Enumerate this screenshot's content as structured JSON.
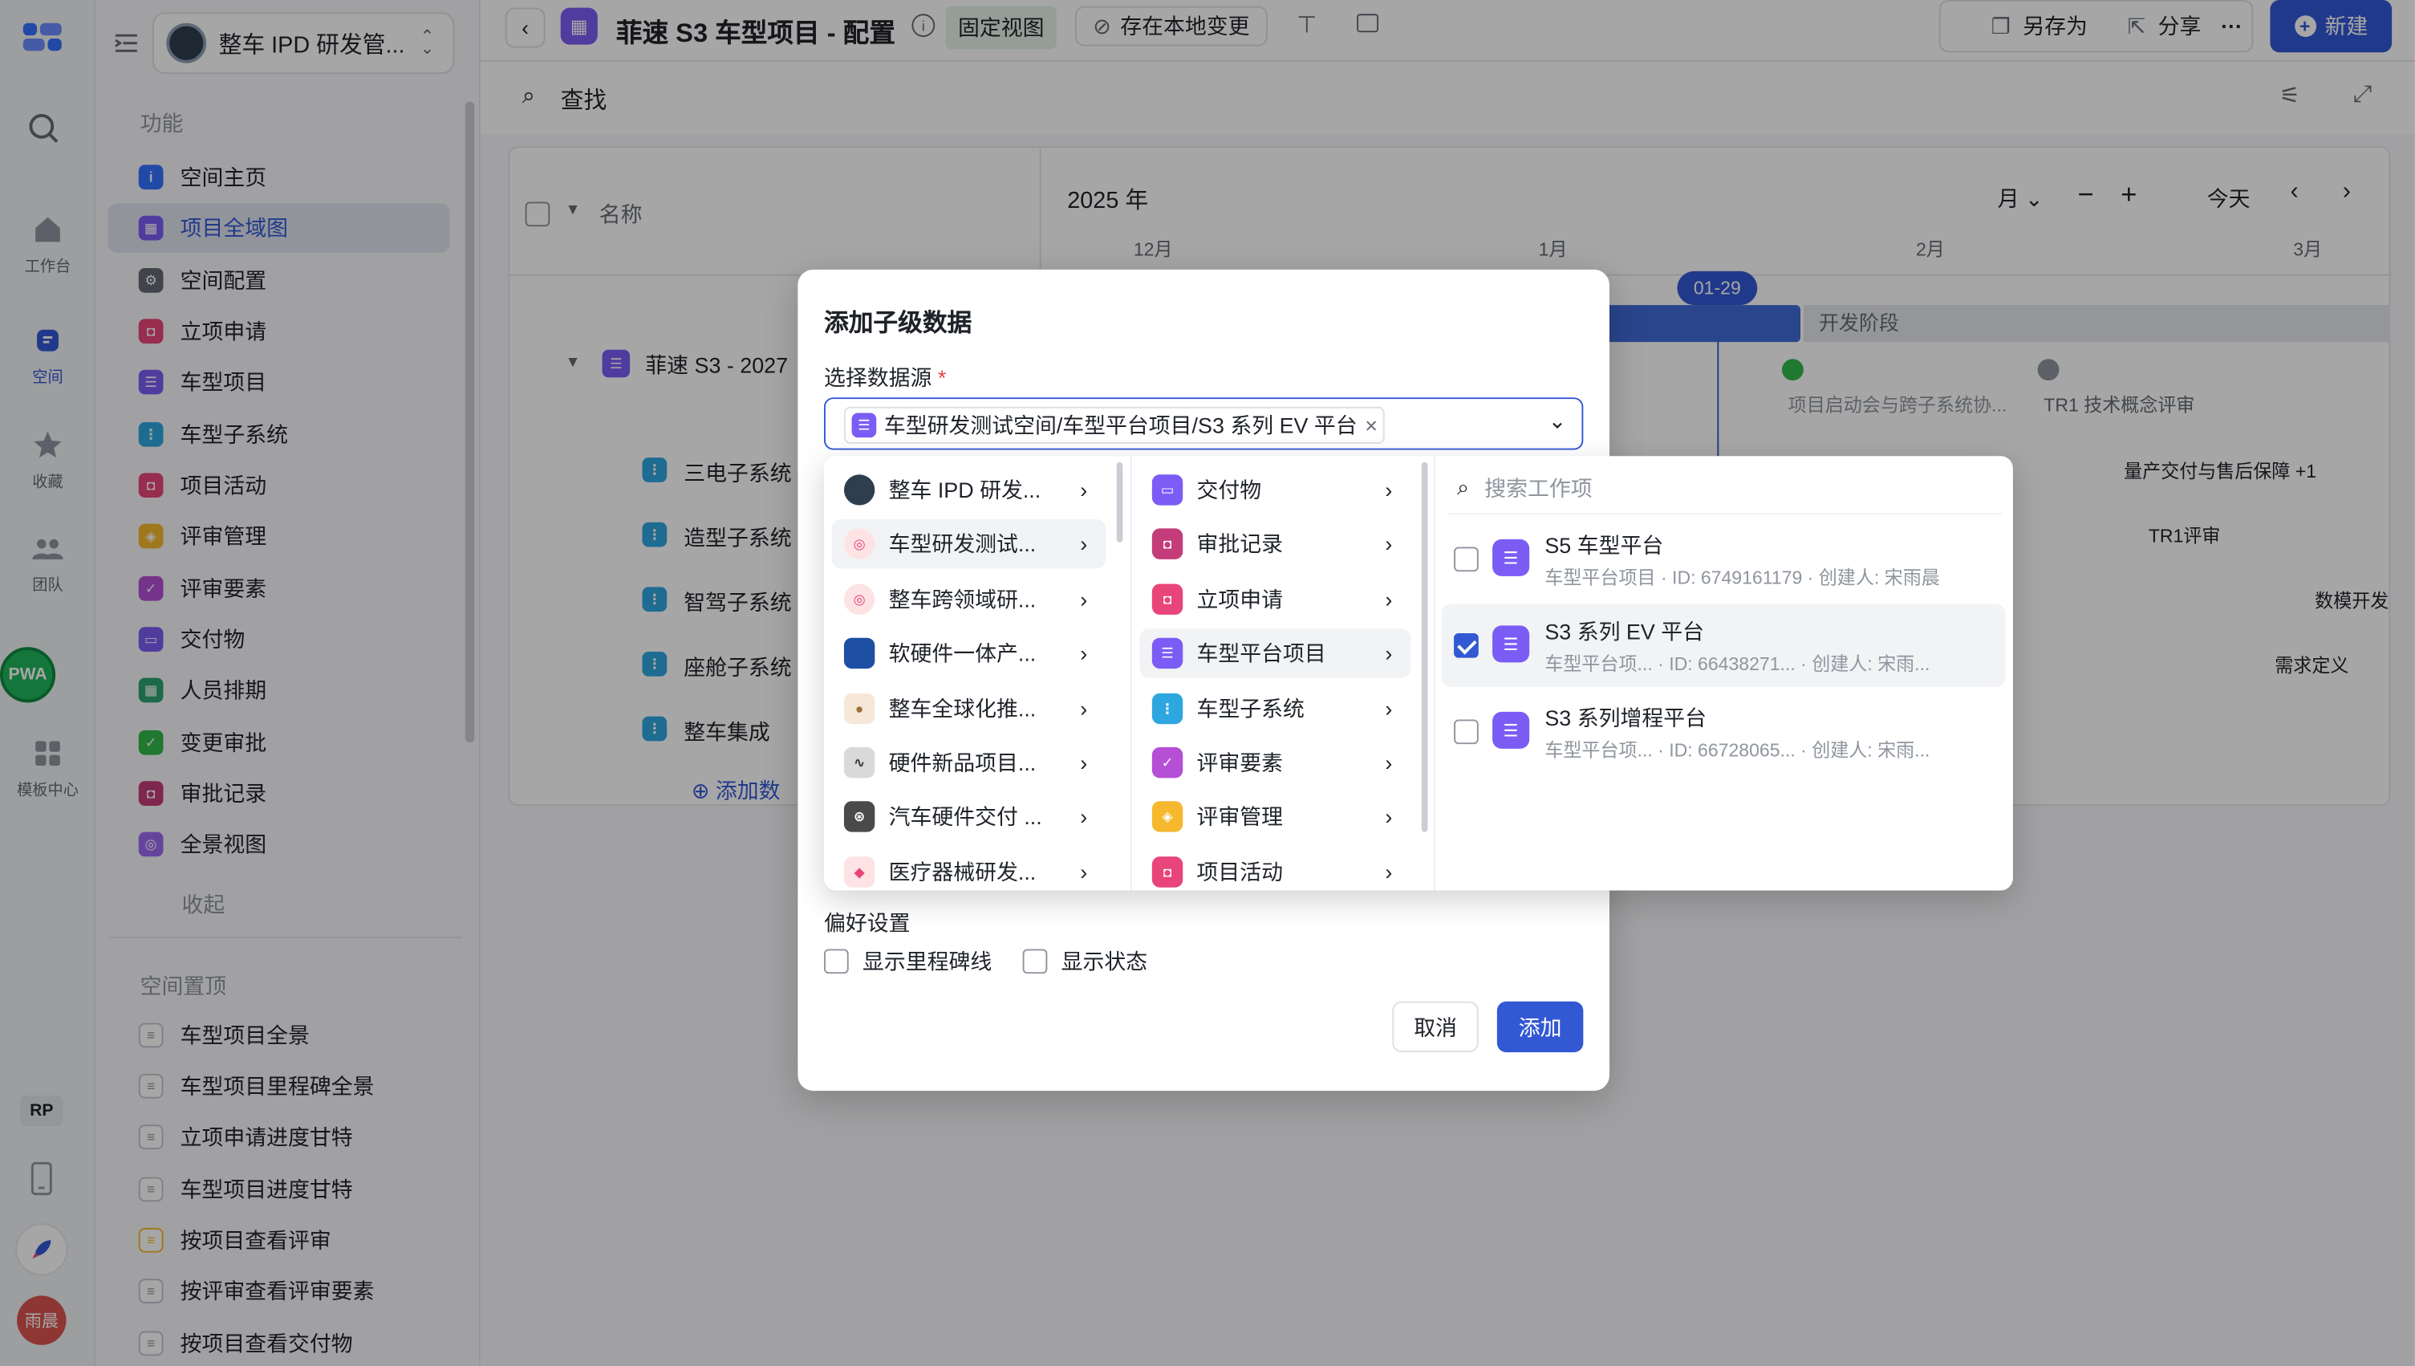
{
  "rail": {
    "items": [
      {
        "label": "工作台",
        "icon": "home-icon"
      },
      {
        "label": "空间",
        "icon": "space-icon"
      },
      {
        "label": "收藏",
        "icon": "star-icon"
      },
      {
        "label": "团队",
        "icon": "team-icon"
      },
      {
        "label": "模板中心",
        "icon": "template-icon"
      }
    ],
    "pwa": "PWA",
    "rp": "RP",
    "avatar": "雨晨"
  },
  "sidebar": {
    "workspace_name": "整车 IPD 研发管...",
    "section_features": "功能",
    "items": [
      {
        "label": "空间主页",
        "color": "#3370ff"
      },
      {
        "label": "项目全域图",
        "color": "#7b5cf5"
      },
      {
        "label": "空间配置",
        "color": "#646a73"
      },
      {
        "label": "立项申请",
        "color": "#e8457a"
      },
      {
        "label": "车型项目",
        "color": "#7b5cf5"
      },
      {
        "label": "车型子系统",
        "color": "#2ea7e0"
      },
      {
        "label": "项目活动",
        "color": "#e8457a"
      },
      {
        "label": "评审管理",
        "color": "#f5b82e"
      },
      {
        "label": "评审要素",
        "color": "#b44fd6"
      },
      {
        "label": "交付物",
        "color": "#7b5cf5"
      },
      {
        "label": "人员排期",
        "color": "#2ba471"
      },
      {
        "label": "变更审批",
        "color": "#34b94a"
      },
      {
        "label": "审批记录",
        "color": "#c43d7a"
      },
      {
        "label": "全景视图",
        "color": "#9b6bf0"
      }
    ],
    "collapse": "收起",
    "section_pinned": "空间置顶",
    "pinned": [
      {
        "label": "车型项目全景",
        "color": "#7b5cf5"
      },
      {
        "label": "车型项目里程碑全景",
        "color": "#7b5cf5"
      },
      {
        "label": "立项申请进度甘特",
        "color": "#7b5cf5"
      },
      {
        "label": "车型项目进度甘特",
        "color": "#7b5cf5"
      },
      {
        "label": "按项目查看评审",
        "color": "#f5b82e"
      },
      {
        "label": "按评审查看评审要素",
        "color": "#7b5cf5"
      },
      {
        "label": "按项目查看交付物",
        "color": "#7b5cf5"
      }
    ]
  },
  "topbar": {
    "title": "菲速 S3 车型项目 - 配置",
    "badge_fixed": "固定视图",
    "save_local": "存在本地变更",
    "save_as": "另存为",
    "share": "分享",
    "new": "新建"
  },
  "toolbar": {
    "find": "查找"
  },
  "gantt": {
    "name_header": "名称",
    "year": "2025 年",
    "unit": "月",
    "today": "今天",
    "months": [
      "12月",
      "1月",
      "2月",
      "3月"
    ],
    "today_marker": "01-29",
    "parent_row": "菲速 S3 - 2027",
    "rows": [
      "三电子系统",
      "造型子系统",
      "智驾子系统",
      "座舱子系统",
      "整车集成"
    ],
    "add_data": "添加数",
    "phase_label": "开发阶段",
    "milestones": [
      "项目启动会与跨子系统协...",
      "TR1 技术概念评审"
    ],
    "row_events": [
      "量产交付与售后保障 +1",
      "TR1评审",
      "数模开发",
      "需求定义"
    ]
  },
  "modal": {
    "title": "添加子级数据",
    "source_label": "选择数据源",
    "required_mark": "*",
    "selected_tag": "车型研发测试空间/车型平台项目/S3 系列 EV 平台",
    "pref_title": "偏好设置",
    "pref_milestone": "显示里程碑线",
    "pref_status": "显示状态",
    "cancel": "取消",
    "add": "添加"
  },
  "picker": {
    "spaces": [
      "整车 IPD 研发...",
      "车型研发测试...",
      "整车跨领域研...",
      "软硬件一体产...",
      "整车全球化推...",
      "硬件新品项目...",
      "汽车硬件交付 ...",
      "医疗器械研发..."
    ],
    "types": [
      {
        "label": "交付物",
        "color": "#7b5cf5"
      },
      {
        "label": "审批记录",
        "color": "#c43d7a"
      },
      {
        "label": "立项申请",
        "color": "#e8457a"
      },
      {
        "label": "车型平台项目",
        "color": "#7b5cf5"
      },
      {
        "label": "车型子系统",
        "color": "#2ea7e0"
      },
      {
        "label": "评审要素",
        "color": "#b44fd6"
      },
      {
        "label": "评审管理",
        "color": "#f5b82e"
      },
      {
        "label": "项目活动",
        "color": "#e8457a"
      }
    ],
    "search_placeholder": "搜索工作项",
    "results": [
      {
        "title": "S5 车型平台",
        "meta": "车型平台项目 · ID: 6749161179 · 创建人: 宋雨晨",
        "checked": false
      },
      {
        "title": "S3 系列 EV 平台",
        "meta": "车型平台项... · ID: 66438271... · 创建人: 宋雨...",
        "checked": true
      },
      {
        "title": "S3 系列增程平台",
        "meta": "车型平台项... · ID: 66728065... · 创建人: 宋雨...",
        "checked": false
      }
    ]
  }
}
